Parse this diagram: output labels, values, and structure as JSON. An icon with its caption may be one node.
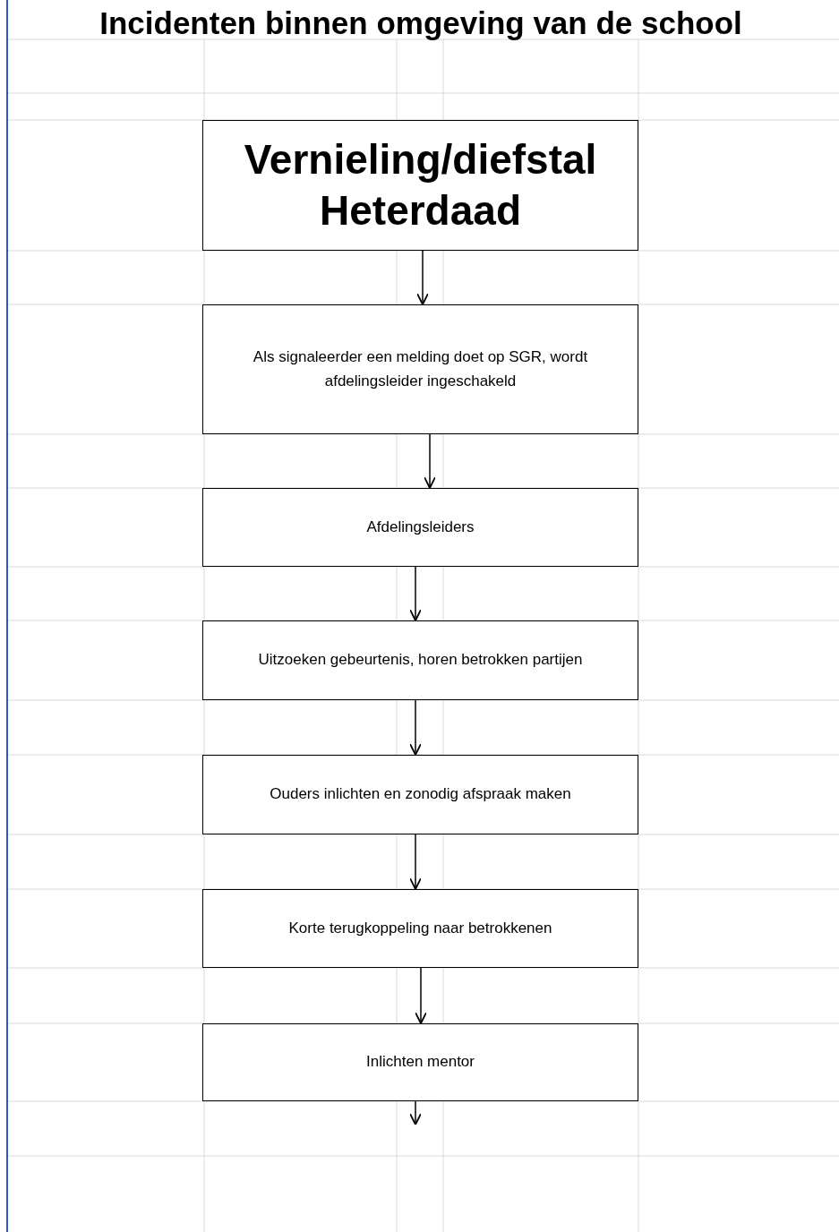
{
  "diagram": {
    "title": "Incidenten binnen omgeving van de school",
    "nodes": [
      {
        "text": [
          "Vernieling/diefstal Heterdaad"
        ]
      },
      {
        "text": [
          "Als signaleerder een melding doet op SGR, wordt afdelingsleider ingeschakeld"
        ]
      },
      {
        "text": [
          "Afdelingsleiders"
        ]
      },
      {
        "text": [
          "Uitzoeken gebeurtenis, horen betrokken partijen"
        ]
      },
      {
        "text": [
          "Ouders inlichten en zonodig afspraak maken"
        ]
      },
      {
        "text": [
          "Korte terugkoppeling naar betrokkenen"
        ]
      },
      {
        "text": [
          "Inlichten mentor"
        ]
      }
    ],
    "edges": [
      {
        "from": 0,
        "to": 1,
        "arrow": "to"
      },
      {
        "from": 1,
        "to": 2,
        "arrow": "to"
      },
      {
        "from": 2,
        "to": 3,
        "arrow": "to"
      },
      {
        "from": 3,
        "to": 4,
        "arrow": "to"
      },
      {
        "from": 4,
        "to": 5,
        "arrow": "to"
      },
      {
        "from": 5,
        "to": 6,
        "arrow": "to"
      },
      {
        "from": 6,
        "to": null,
        "arrow": "to"
      }
    ]
  }
}
